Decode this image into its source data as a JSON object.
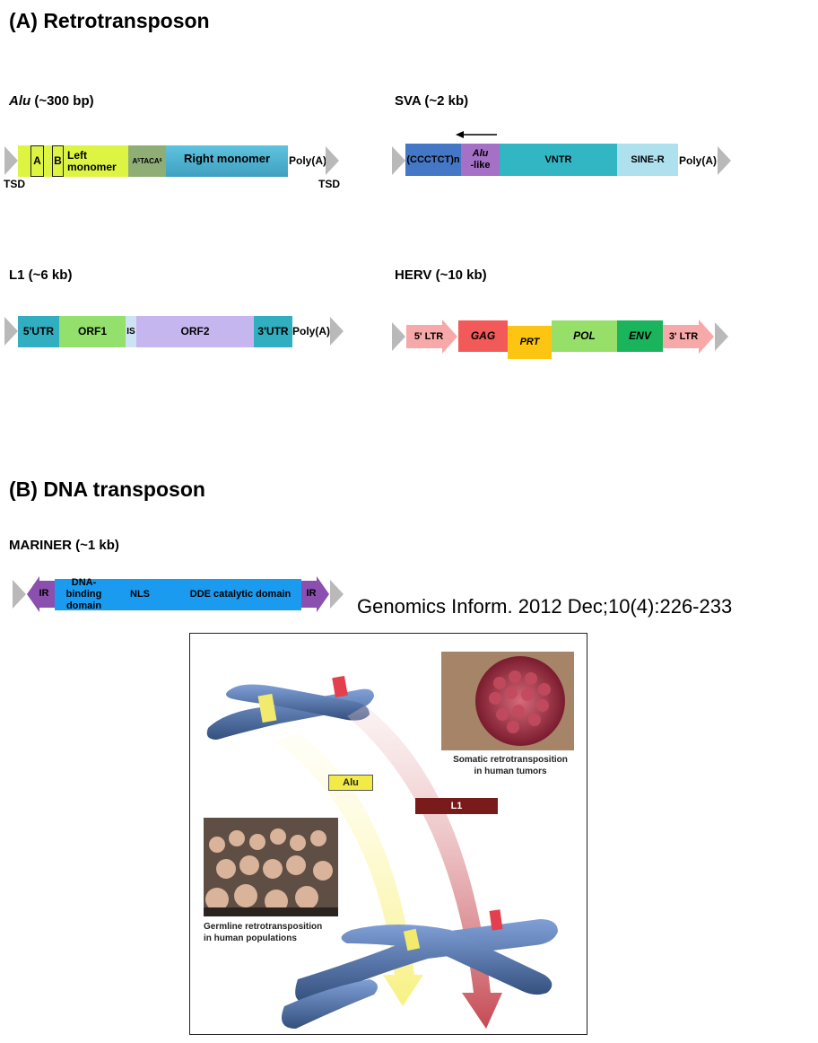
{
  "sectionA": {
    "title": "(A) Retrotransposon",
    "alu": {
      "title_italic": "Alu",
      "title_rest": " (~300 bp)",
      "segments": {
        "a": "A",
        "b": "B",
        "left_monomer": "Left monomer",
        "a_linker": "A",
        "a_linker_sub1": "5",
        "a_linker_mid": "TACA",
        "a_linker_sub2": "6",
        "right_monomer": "Right monomer"
      },
      "polya": "Poly(A)",
      "tsd_left": "TSD",
      "tsd_right": "TSD"
    },
    "sva": {
      "title": "SVA (~2 kb)",
      "segments": {
        "ccctct": "(CCCTCT)n",
        "alu_like_italic": "Alu",
        "alu_like_rest": "-like",
        "vntr": "VNTR",
        "sine_r": "SINE-R"
      },
      "polya": "Poly(A)"
    },
    "l1": {
      "title": "L1 (~6 kb)",
      "segments": {
        "utr5": "5'UTR",
        "orf1": "ORF1",
        "is": "IS",
        "orf2": "ORF2",
        "utr3": "3'UTR"
      },
      "polya": "Poly(A)"
    },
    "herv": {
      "title": "HERV (~10 kb)",
      "segments": {
        "ltr5": "5' LTR",
        "gag": "GAG",
        "prt": "PRT",
        "pol": "POL",
        "env": "ENV",
        "ltr3": "3' LTR"
      }
    }
  },
  "sectionB": {
    "title": "(B) DNA transposon",
    "mariner": {
      "title": "MARINER (~1 kb)",
      "segments": {
        "ir_left": "IR",
        "dna_binding": "DNA-binding domain",
        "nls": "NLS",
        "dde": "DDE catalytic domain",
        "ir_right": "IR"
      }
    }
  },
  "citation": "Genomics Inform. 2012 Dec;10(4):226-233",
  "illustration": {
    "alu_tag": "Alu",
    "l1_tag": "L1",
    "somatic_caption_1": "Somatic retrotransposition",
    "somatic_caption_2": "in human tumors",
    "germline_caption_1": "Germline retrotransposition",
    "germline_caption_2": "in human populations"
  },
  "colors": {
    "alu_left": "#ddf542",
    "alu_linker": "#8fae76",
    "alu_right": "#54b8d6",
    "sva_ccctct": "#4478c6",
    "sva_alu_like": "#a571c6",
    "sva_vntr": "#33b6c4",
    "sva_sine_r": "#aee0ee",
    "l1_utr": "#31aebf",
    "l1_orf1": "#93e06c",
    "l1_is": "#cde3f4",
    "l1_orf2": "#c6b6ef",
    "herv_ltr": "#f7a8a8",
    "herv_gag": "#f25a5a",
    "herv_prt": "#fcc512",
    "herv_pol": "#96e06a",
    "herv_env": "#19b45b",
    "mariner_ir": "#8b4fb0",
    "mariner_body": "#1b9bf0",
    "tsd_arrow": "#b9b9b9"
  }
}
